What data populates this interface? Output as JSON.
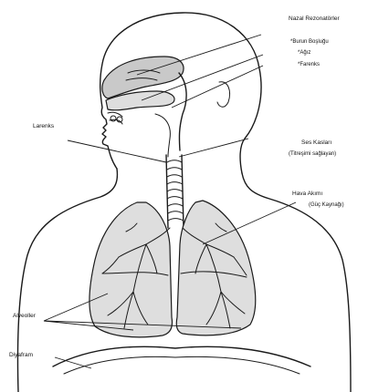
{
  "labels": {
    "nasal_resonators": "Nazal Rezonatörler",
    "nasal_cavity": "*Burun Boşluğu",
    "sinuses": "*Ağız",
    "pharynx": "*Farenks",
    "larynx": "Larenks",
    "vocal_folds": "Ses Kasları",
    "vocal_folds_note": "(Titreşimi sağlayan)",
    "airflow": "Hava Akımı",
    "airflow_note": "(Güç Kaynağı)",
    "alveoli": "Alveoller",
    "diaphragm": "Diyafram"
  }
}
